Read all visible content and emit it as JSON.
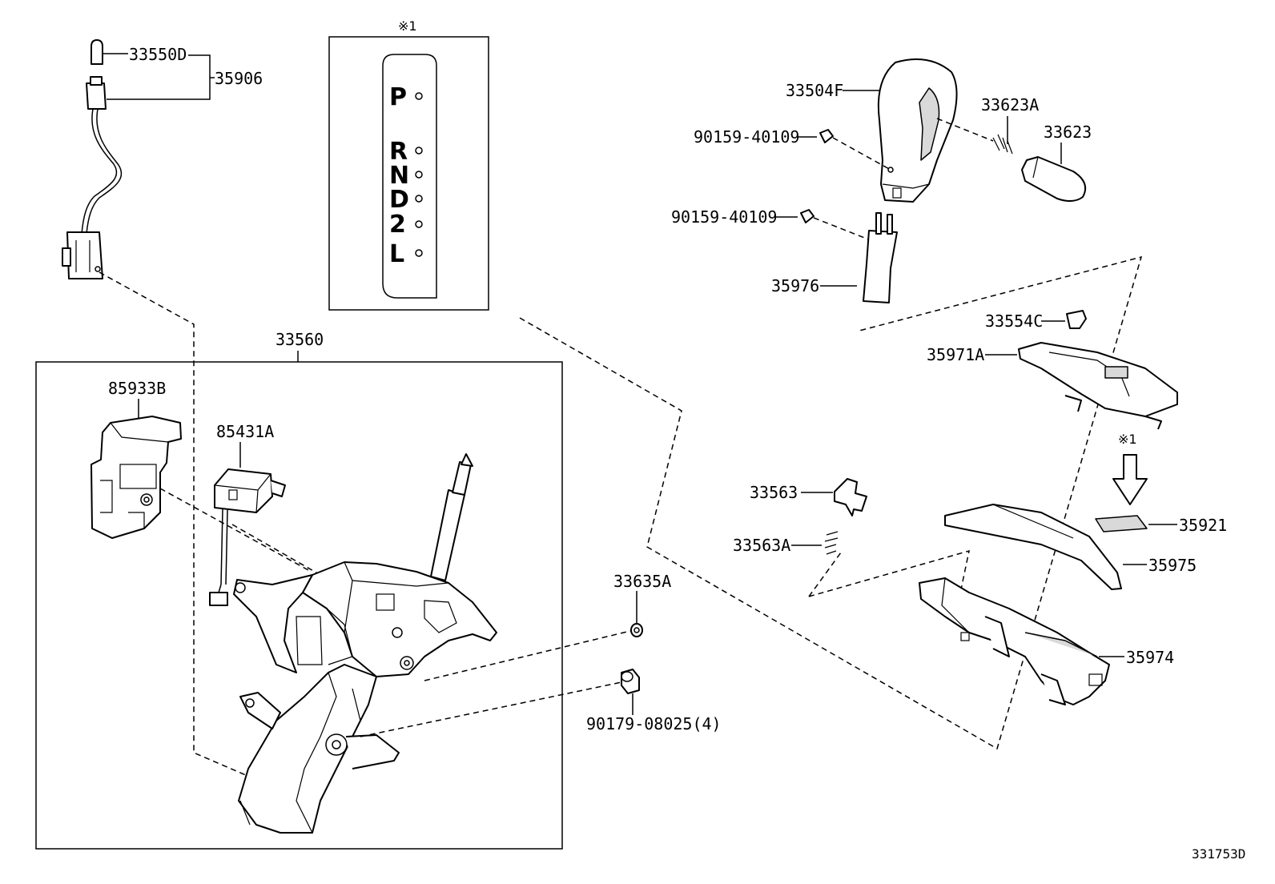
{
  "diagram_id": "331753D",
  "note_mark": "※1",
  "gate_labels": [
    "P",
    "R",
    "N",
    "D",
    "2",
    "L"
  ],
  "assembly_label": "33560",
  "parts": {
    "bulb": "33550D",
    "wire_harness": "35906",
    "cover_85933b": "85933B",
    "switch_85431a": "85431A",
    "knob": "33504F",
    "spring_33623a": "33623A",
    "button": "33623",
    "screw_upper": "90159-40109",
    "screw_lower": "90159-40109",
    "knob_adapter": "35976",
    "clip_33554c": "33554C",
    "housing_upper": "35971A",
    "indicator_plate": "35921",
    "slide_plate": "35975",
    "base_35974": "35974",
    "lever_33563": "33563",
    "spring_33563a": "33563A",
    "bushing_33635a": "33635A",
    "bushing_90179": "90179-08025(4)"
  }
}
